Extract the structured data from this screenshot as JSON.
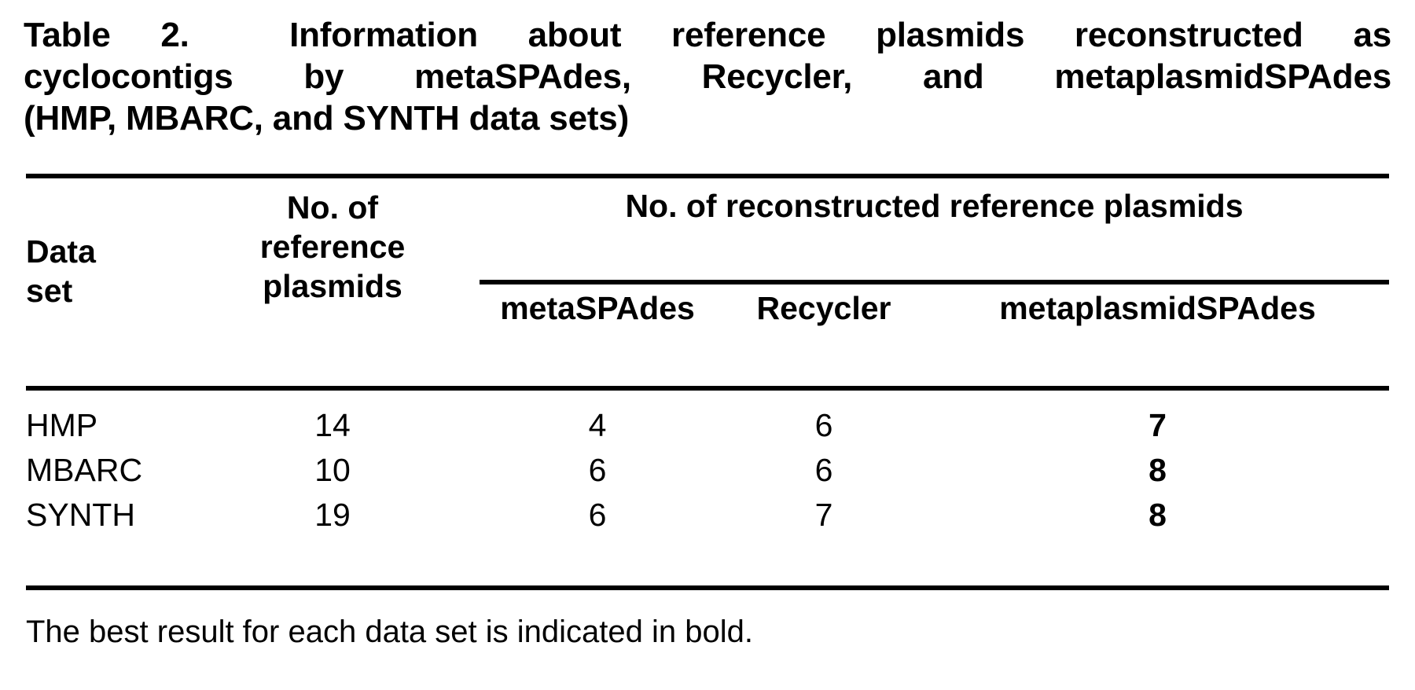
{
  "caption": {
    "label": "Table 2.",
    "text": "Information about reference plasmids reconstructed as cyclocontigs by metaSPAdes, Recycler, and metaplasmidSPAdes (HMP, MBARC, and SYNTH data sets)",
    "line1": "Information about reference plasmids reconstructed as",
    "line2": "cyclocontigs by metaSPAdes, Recycler, and metaplasmidSPAdes",
    "line3": "(HMP, MBARC, and SYNTH data sets)"
  },
  "footnote": "The best result for each data set is indicated in bold.",
  "colors": {
    "text": "#000000",
    "background": "#ffffff",
    "rule": "#000000"
  },
  "chart_data": {
    "type": "table",
    "title": "Table 2. Information about reference plasmids reconstructed as cyclocontigs by metaSPAdes, Recycler, and metaplasmidSPAdes (HMP, MBARC, and SYNTH data sets)",
    "group_header": "No. of reconstructed reference plasmids",
    "group_header_spans_columns": [
      "metaSPAdes",
      "Recycler",
      "metaplasmidSPAdes"
    ],
    "headers": {
      "data_set": "Data set",
      "data_set_line1": "Data",
      "data_set_line2": "set",
      "reference_plasmids": "No. of reference plasmids",
      "reference_plasmids_line1": "No. of",
      "reference_plasmids_line2": "reference",
      "reference_plasmids_line3": "plasmids",
      "metaspades": "metaSPAdes",
      "recycler": "Recycler",
      "metaplasmidspades": "metaplasmidSPAdes"
    },
    "columns": [
      "Data set",
      "No. of reference plasmids",
      "metaSPAdes",
      "Recycler",
      "metaplasmidSPAdes"
    ],
    "rows": [
      {
        "data_set": "HMP",
        "reference_plasmids": "14",
        "metaspades": "4",
        "recycler": "6",
        "metaplasmidspades": "7",
        "best": "metaplasmidSPAdes"
      },
      {
        "data_set": "MBARC",
        "reference_plasmids": "10",
        "metaspades": "6",
        "recycler": "6",
        "metaplasmidspades": "8",
        "best": "metaplasmidSPAdes"
      },
      {
        "data_set": "SYNTH",
        "reference_plasmids": "19",
        "metaspades": "6",
        "recycler": "7",
        "metaplasmidspades": "8",
        "best": "metaplasmidSPAdes"
      }
    ],
    "note": "The best result for each data set is indicated in bold."
  }
}
